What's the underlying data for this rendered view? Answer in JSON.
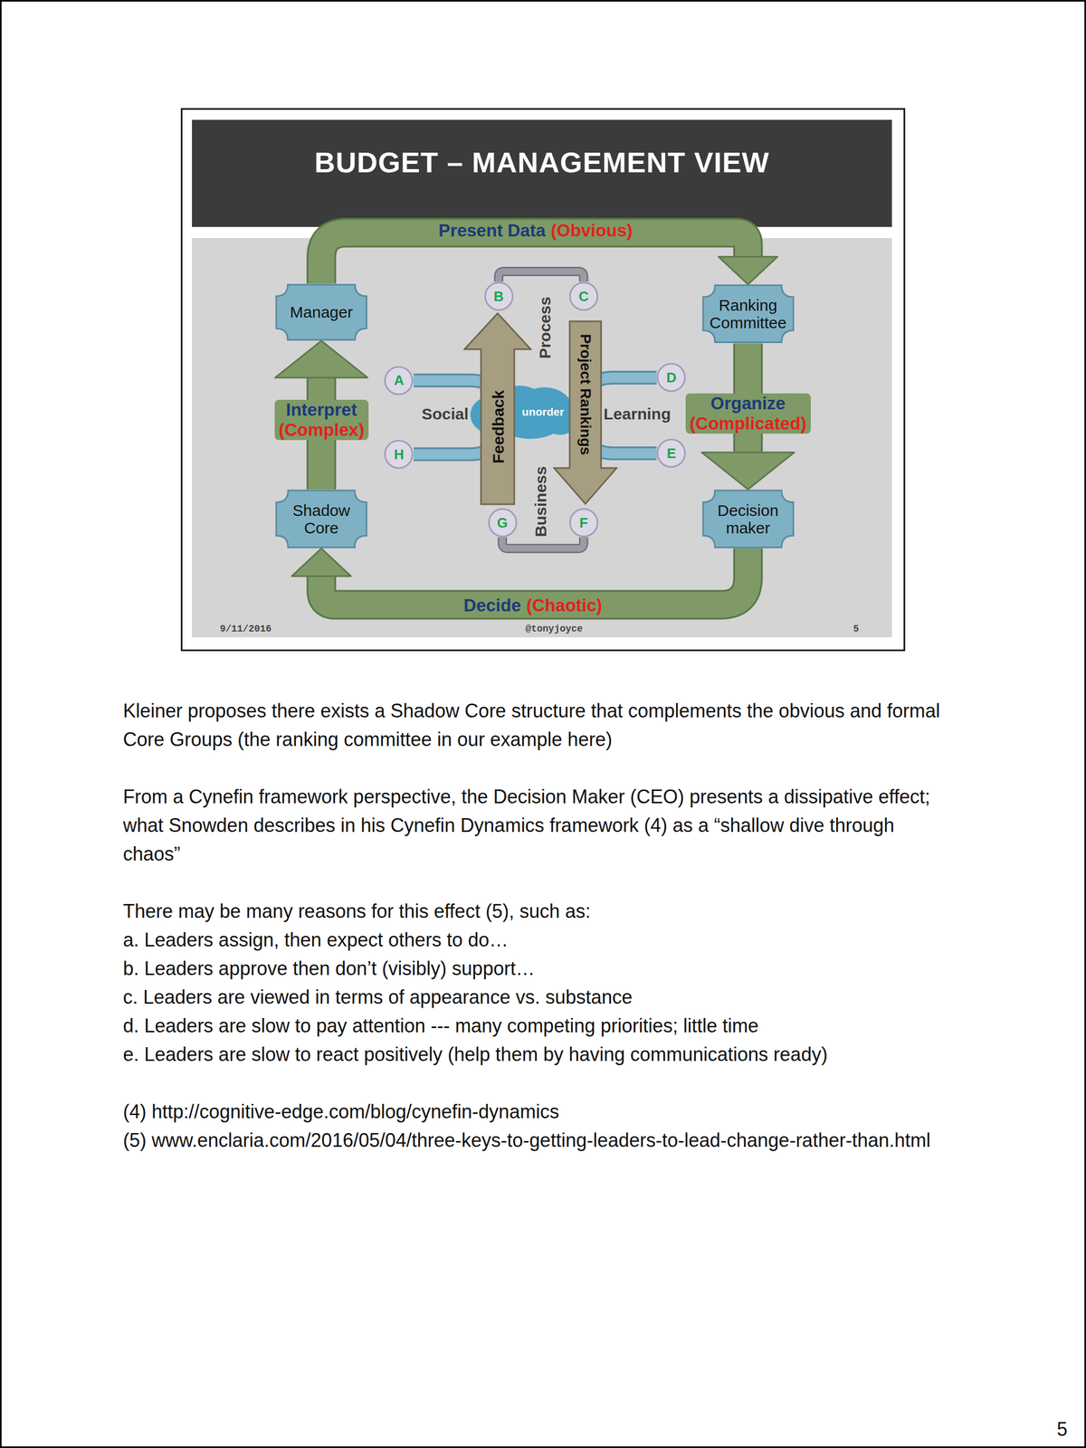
{
  "diagram": {
    "title": "BUDGET – MANAGEMENT VIEW",
    "nodes": [
      {
        "text": [
          "Manager"
        ]
      },
      {
        "text": [
          "Ranking Committee"
        ]
      },
      {
        "text": [
          "Decision maker"
        ]
      },
      {
        "text": [
          "Shadow Core"
        ]
      },
      {
        "text": [
          "A"
        ]
      },
      {
        "text": [
          "B"
        ]
      },
      {
        "text": [
          "C"
        ]
      },
      {
        "text": [
          "D"
        ]
      },
      {
        "text": [
          "E"
        ]
      },
      {
        "text": [
          "F"
        ]
      },
      {
        "text": [
          "G"
        ]
      },
      {
        "text": [
          "H"
        ]
      },
      {
        "text": [
          "unorder"
        ]
      },
      {
        "text": [
          "Feedback"
        ]
      },
      {
        "text": [
          "Project Rankings"
        ]
      }
    ],
    "edges": [
      {
        "from": 0,
        "to": 1,
        "label": "Present Data",
        "arrow": "to"
      },
      {
        "from": 1,
        "to": 2,
        "label": "Organize",
        "arrow": "to"
      },
      {
        "from": 2,
        "to": 3,
        "label": "Decide",
        "arrow": "to"
      },
      {
        "from": 3,
        "to": 0,
        "label": "Interpret",
        "arrow": "to"
      },
      {
        "from": 4,
        "to": 11,
        "label": "Social",
        "arrow": "none"
      },
      {
        "from": 5,
        "to": 6,
        "label": "Process",
        "arrow": "none"
      },
      {
        "from": 7,
        "to": 8,
        "label": "Learning",
        "arrow": "none"
      },
      {
        "from": 10,
        "to": 9,
        "label": "Business",
        "arrow": "none"
      }
    ],
    "labels": [
      "(Obvious)",
      "(Complicated)",
      "(Chaotic)",
      "(Complex)",
      "9/11/2016",
      "@tonyjoyce",
      "5",
      "Kleiner proposes there exists a Shadow Core structure that complements the obvious and formal Core Groups (the ranking committee in our example here)",
      "From a Cynefin framework perspective, the Decision Maker (CEO) presents a dissipative effect; what Snowden describes in his Cynefin Dynamics framework (4) as a “shallow dive through chaos”",
      "There may be many reasons for this effect (5), such as:",
      "a. Leaders assign, then expect others to do…",
      "b. Leaders approve then don’t (visibly) support…",
      "c. Leaders are viewed in terms of appearance vs. substance",
      "d. Leaders are slow to pay attention --- many competing priorities; little time",
      "e. Leaders are slow to react positively (help them by having communications ready)",
      "(4) http://cognitive-edge.com/blog/cynefin-dynamics",
      "(5) www.enclaria.com/2016/05/04/three-keys-to-getting-leaders-to-lead-change-rather-than.html",
      "5"
    ]
  }
}
